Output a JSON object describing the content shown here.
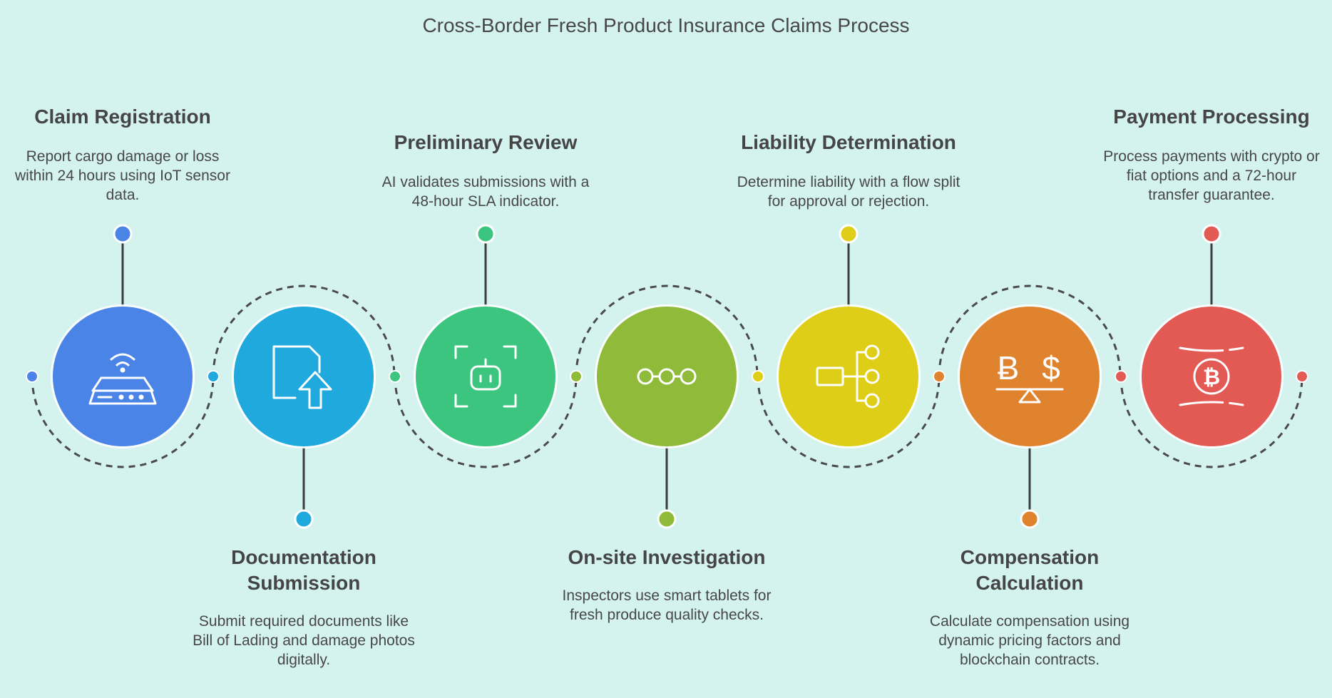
{
  "title": "Cross-Border Fresh Product Insurance Claims Process",
  "steps": [
    {
      "title": "Claim Registration",
      "desc": "Report cargo damage or loss within 24 hours using IoT sensor data.",
      "color": "#4a84e6",
      "icon": "router-wifi-icon",
      "position": "top"
    },
    {
      "title": "Documentation Submission",
      "desc": "Submit required documents like Bill of Lading and damage photos digitally.",
      "color": "#1fa9dc",
      "icon": "document-upload-icon",
      "position": "bottom"
    },
    {
      "title": "Preliminary Review",
      "desc": "AI validates submissions with a 48-hour SLA indicator.",
      "color": "#3cc57f",
      "icon": "ai-bot-scan-icon",
      "position": "top"
    },
    {
      "title": "On-site Investigation",
      "desc": "Inspectors use smart tablets for fresh produce quality checks.",
      "color": "#8fba3a",
      "icon": "workflow-nodes-icon",
      "position": "bottom"
    },
    {
      "title": "Liability Determination",
      "desc": "Determine liability with a flow split for approval or rejection.",
      "color": "#dece18",
      "icon": "flow-split-icon",
      "position": "top"
    },
    {
      "title": "Compensation Calculation",
      "desc": "Calculate compensation using dynamic pricing factors and blockchain contracts.",
      "color": "#e0832f",
      "icon": "crypto-fiat-balance-icon",
      "position": "bottom"
    },
    {
      "title": "Payment Processing",
      "desc": "Process payments with crypto or fiat options and a 72-hour transfer guarantee.",
      "color": "#e35a55",
      "icon": "bitcoin-coin-icon",
      "position": "top"
    }
  ]
}
